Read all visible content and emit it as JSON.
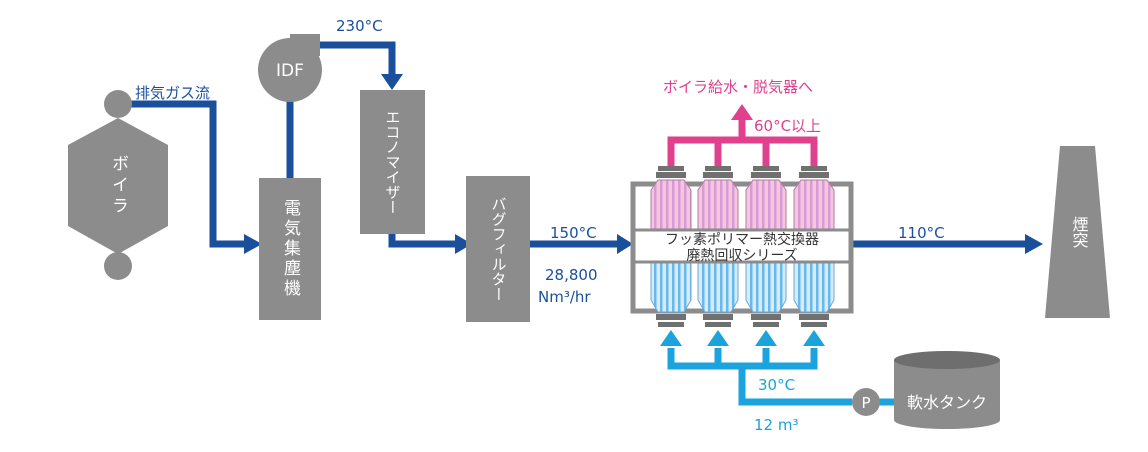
{
  "colors": {
    "equipment": "#8c8c8c",
    "exhaust_flow": "#1a4f9c",
    "hot_water": "#e0408c",
    "cold_water": "#1aa3dd"
  },
  "equipment": {
    "boiler": "ボイラ",
    "idf": "IDF",
    "electrostatic_precipitator": "電気集塵機",
    "economizer": "エコノマイザー",
    "bag_filter": "バグフィルター",
    "heat_exchanger_line1": "フッ素ポリマー熱交換器",
    "heat_exchanger_line2": "廃熱回収シリーズ",
    "stack": "煙突",
    "soft_water_tank": "軟水タンク",
    "pump": "P"
  },
  "flow_labels": {
    "exhaust_gas": "排気ガス流",
    "temp_230": "230°C",
    "temp_150": "150°C",
    "flow_rate_value": "28,800",
    "flow_rate_unit": "Nm³/hr",
    "temp_110": "110°C",
    "outlet_destination": "ボイラ給水・脱気器へ",
    "temp_outlet": "60°C以上",
    "temp_inlet": "30°C",
    "volume": "12 m³"
  }
}
